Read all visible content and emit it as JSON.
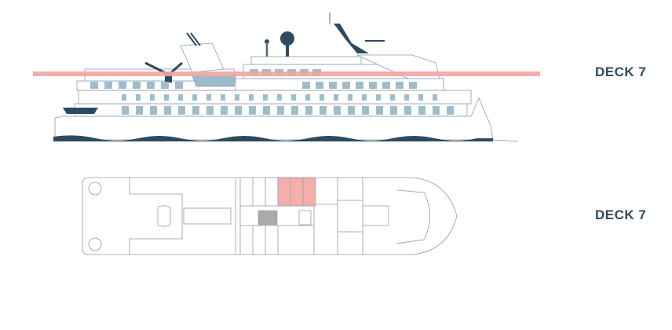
{
  "profile_view": {
    "deck_label": "DECK 7",
    "highlight_color": "#f2a6a3"
  },
  "plan_view": {
    "deck_label": "DECK 7",
    "highlight_color": "#f4aeab",
    "highlighted_cabins": 3
  },
  "colors": {
    "hull": "#2e4a5e",
    "line": "#8e9ca8",
    "window": "#9fbccb"
  }
}
